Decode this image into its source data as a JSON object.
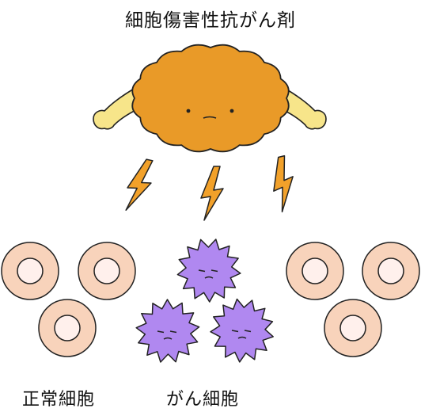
{
  "title": "細胞傷害性抗がん剤",
  "labels": {
    "normal_cells": "正常細胞",
    "cancer_cells": "がん細胞"
  },
  "colors": {
    "drug_body": "#E99A28",
    "drug_arms": "#F7E58A",
    "lightning": "#F2A12A",
    "cancer_cell": "#B088F0",
    "normal_outer": "#F8D3BB",
    "normal_inner": "#FFF0EC",
    "outline": "#222222"
  },
  "icons": {
    "drug": "orange-cloud-character-icon",
    "lightning": "lightning-bolt-icon",
    "cancer_cell": "spiky-purple-cell-icon",
    "normal_cell": "ring-cell-icon"
  }
}
